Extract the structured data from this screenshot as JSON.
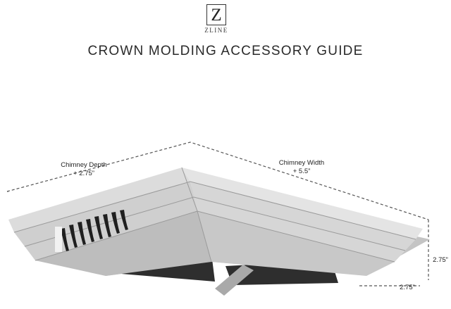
{
  "logo": {
    "letter": "Z",
    "word": "ZLINE"
  },
  "title": "CROWN MOLDING ACCESSORY GUIDE",
  "dimensions": {
    "depth_name": "Chimney Depth",
    "depth_value": "+ 2.75”",
    "width_name": "Chimney Width",
    "width_value": "+ 5.5”",
    "height_value": "2.75”",
    "projection_value": "2.75”"
  },
  "colors": {
    "molding": "#d8d8d8",
    "shadow": "#8a8a8a",
    "bracket": "#2e2e2e",
    "dash": "#555555"
  }
}
